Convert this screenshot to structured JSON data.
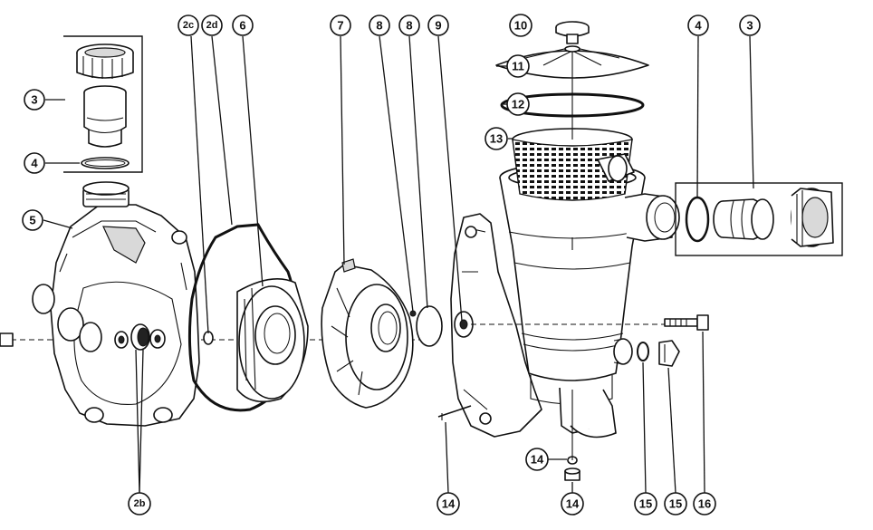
{
  "callouts": {
    "c3_top": "3",
    "c4_top": "4",
    "c5": "5",
    "c2c": "2c",
    "c2d": "2d",
    "c6": "6",
    "c7": "7",
    "c8a": "8",
    "c8b": "8",
    "c9": "9",
    "c10": "10",
    "c11": "11",
    "c12": "12",
    "c13": "13",
    "c4_right": "4",
    "c3_right": "3",
    "c2b": "2b",
    "c14_left": "14",
    "c14_mid": "14",
    "c14_bottom": "14",
    "c15a": "15",
    "c15b": "15",
    "c16": "16"
  }
}
